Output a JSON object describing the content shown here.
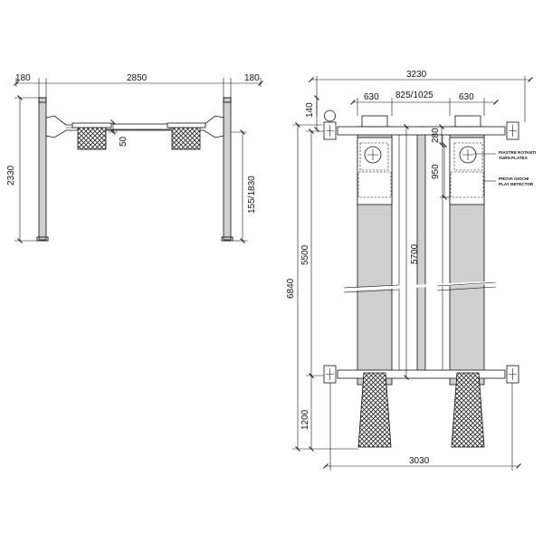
{
  "front_view": {
    "dims": {
      "left_post_width": "180",
      "inner_span": "2850",
      "right_post_width": "180",
      "height": "2330",
      "ramp_thickness": "50",
      "lift_height": "155/1830"
    }
  },
  "plan_view": {
    "dims": {
      "overall_width": "3230",
      "runway_left_width": "630",
      "inner_gap": "825/1025",
      "runway_right_width": "630",
      "top_offset": "140",
      "turn_plate_offset": "280",
      "play_detector_offset": "950",
      "overall_length": "6840",
      "post_spacing": "5500",
      "runway_length": "5700",
      "ramp_length": "1200",
      "bottom_width": "3030"
    },
    "labels": {
      "turn_plates_it": "PIASTRE ROTANTI",
      "turn_plates_en": "TURN PLATES",
      "play_detector_it": "PROVA GIOCHI",
      "play_detector_en": "PLAY DETECTOR"
    }
  }
}
